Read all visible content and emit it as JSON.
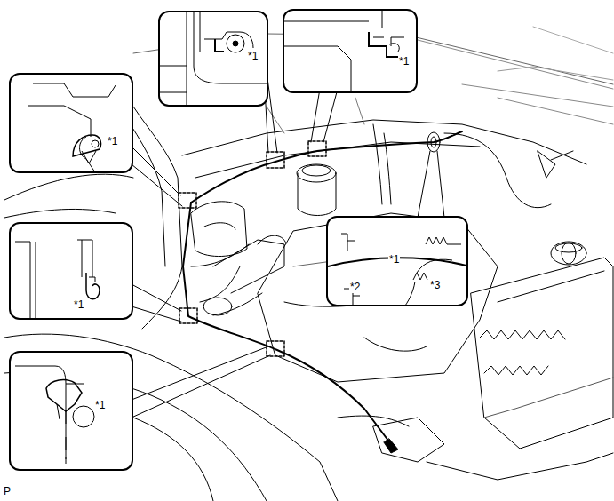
{
  "diagram": {
    "nodes": [
      {
        "text": [
          "*1"
        ]
      },
      {
        "text": [
          "*1"
        ]
      },
      {
        "text": [
          "*1"
        ]
      },
      {
        "text": [
          "*1",
          "*2",
          "*3"
        ]
      },
      {
        "text": [
          "*1"
        ]
      },
      {
        "text": [
          "*1"
        ]
      }
    ],
    "edges": [],
    "labels": [
      "P"
    ]
  }
}
